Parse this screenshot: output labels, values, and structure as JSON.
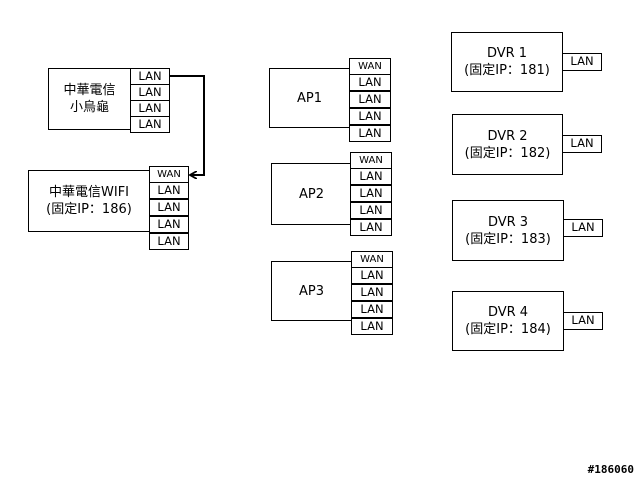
{
  "devices": {
    "modem": {
      "line1": "中華電信",
      "line2": "小烏龜",
      "ports": [
        "LAN",
        "LAN",
        "LAN",
        "LAN"
      ]
    },
    "router": {
      "line1": "中華電信WIFI",
      "line2": "(固定IP：186)",
      "ports": [
        "WAN",
        "LAN",
        "LAN",
        "LAN",
        "LAN"
      ]
    },
    "ap1": {
      "label": "AP1",
      "ports": [
        "WAN",
        "LAN",
        "LAN",
        "LAN",
        "LAN"
      ]
    },
    "ap2": {
      "label": "AP2",
      "ports": [
        "WAN",
        "LAN",
        "LAN",
        "LAN",
        "LAN"
      ]
    },
    "ap3": {
      "label": "AP3",
      "ports": [
        "WAN",
        "LAN",
        "LAN",
        "LAN",
        "LAN"
      ]
    },
    "dvr1": {
      "line1": "DVR 1",
      "line2": "(固定IP：181)",
      "port": "LAN"
    },
    "dvr2": {
      "line1": "DVR 2",
      "line2": "(固定IP：182)",
      "port": "LAN"
    },
    "dvr3": {
      "line1": "DVR 3",
      "line2": "(固定IP：183)",
      "port": "LAN"
    },
    "dvr4": {
      "line1": "DVR 4",
      "line2": "(固定IP：184)",
      "port": "LAN"
    }
  },
  "watermark": "#186060"
}
